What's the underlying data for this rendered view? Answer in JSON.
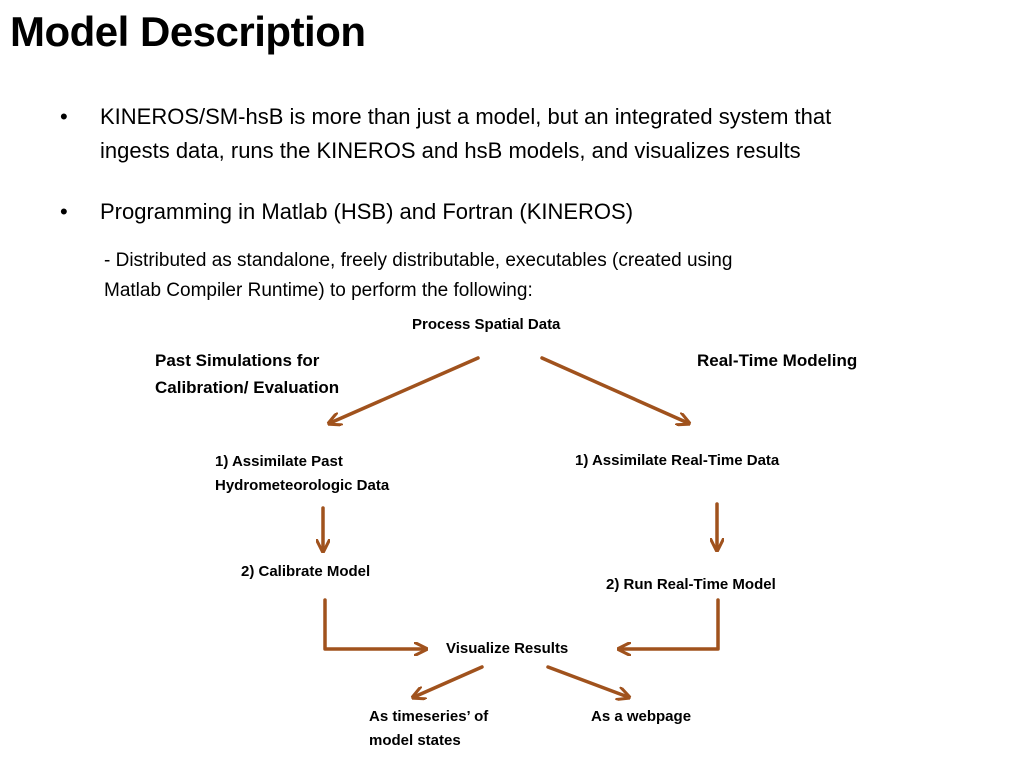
{
  "slide": {
    "title": "Model Description",
    "bullets": [
      {
        "marker": "•",
        "lines": [
          "KINEROS/SM-hsB is more than just a model, but an integrated system that",
          "ingests data, runs the KINEROS and hsB models, and visualizes results"
        ]
      },
      {
        "marker": "•",
        "lines": [
          "Programming in Matlab (HSB) and Fortran (KINEROS)"
        ]
      }
    ],
    "sub_bullet": {
      "lines": [
        "- Distributed as standalone, freely distributable, executables (created using",
        "Matlab Compiler Runtime) to perform the following:"
      ]
    }
  },
  "diagram": {
    "arrow_color": "#A0521D",
    "nodes": {
      "process_spatial": "Process Spatial Data",
      "past_simulations": [
        "Past Simulations for",
        "Calibration/ Evaluation"
      ],
      "real_time_modeling": "Real-Time Modeling",
      "assimilate_past": [
        "1) Assimilate Past",
        "Hydrometeorologic Data"
      ],
      "assimilate_real_time": "1) Assimilate Real-Time Data",
      "calibrate_model": "2) Calibrate Model",
      "run_real_time_model": "2) Run Real-Time Model",
      "visualize_results": "Visualize Results",
      "as_timeseries": [
        "As timeseries’ of",
        "model states"
      ],
      "as_webpage": "As a webpage"
    }
  }
}
